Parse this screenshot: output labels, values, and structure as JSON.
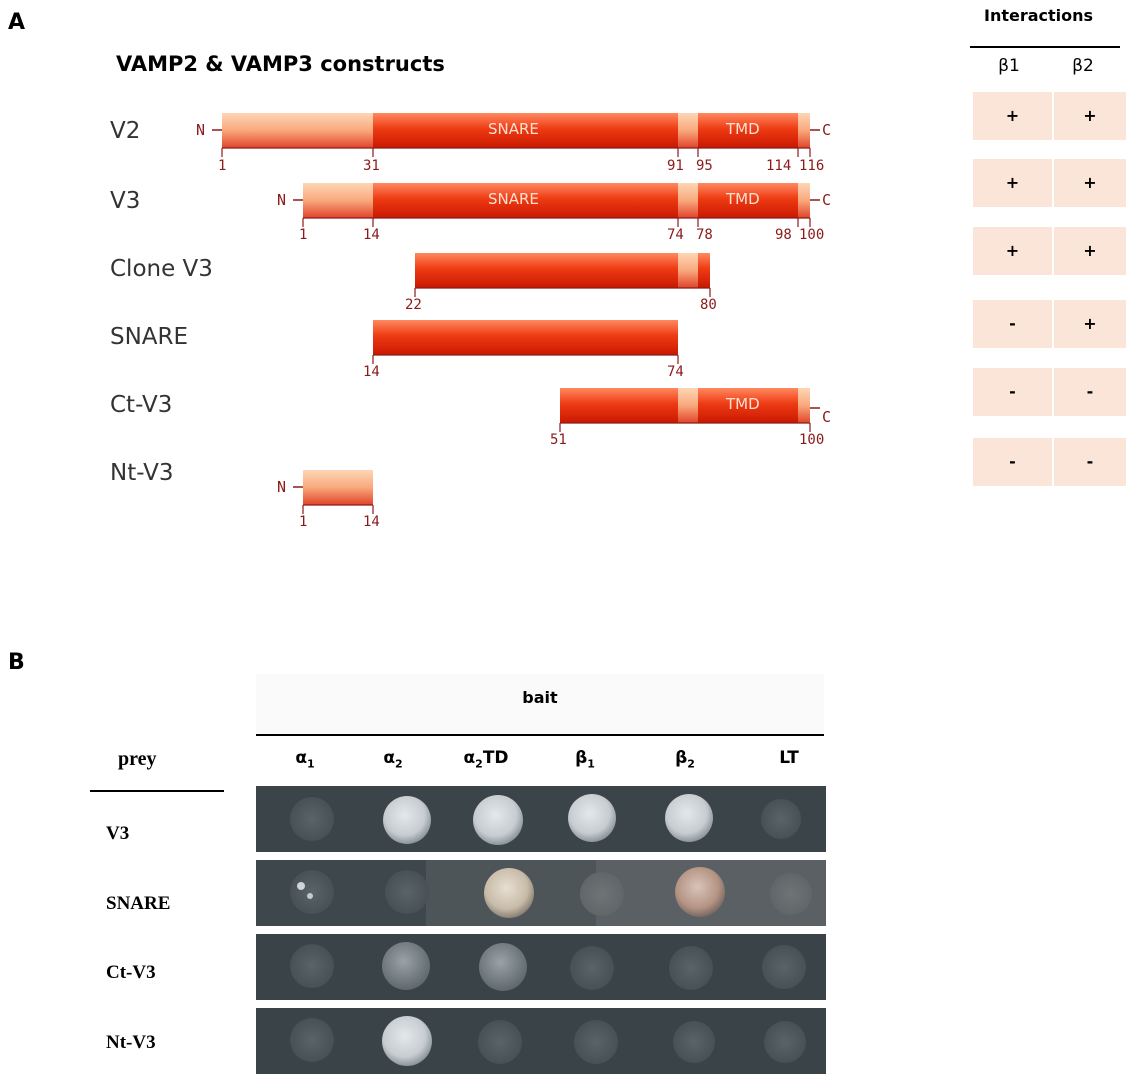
{
  "panel_a": {
    "letter": "A",
    "title": "VAMP2 & VAMP3 constructs",
    "terminus_n": "N",
    "terminus_c": "C",
    "domain_snare": "SNARE",
    "domain_tmd": "TMD",
    "constructs": [
      {
        "name": "V2",
        "ticks": [
          "1",
          "31",
          "91",
          "95",
          "114",
          "116"
        ]
      },
      {
        "name": "V3",
        "ticks": [
          "1",
          "14",
          "74",
          "78",
          "98",
          "100"
        ]
      },
      {
        "name": "Clone V3",
        "ticks": [
          "22",
          "80"
        ]
      },
      {
        "name": "SNARE",
        "ticks": [
          "14",
          "74"
        ]
      },
      {
        "name": "Ct-V3",
        "ticks": [
          "51",
          "100"
        ]
      },
      {
        "name": "Nt-V3",
        "ticks": [
          "1",
          "14"
        ]
      }
    ]
  },
  "interactions": {
    "header": "Interactions",
    "col1": "β1",
    "col2": "β2",
    "rows": [
      [
        "+",
        "+"
      ],
      [
        "+",
        "+"
      ],
      [
        "+",
        "+"
      ],
      [
        "-",
        "+"
      ],
      [
        "-",
        "-"
      ],
      [
        "-",
        "-"
      ]
    ]
  },
  "panel_b": {
    "letter": "B",
    "bait_label": "bait",
    "prey_label": "prey",
    "bait_columns": [
      {
        "base": "α",
        "sub": "1",
        "suffix": ""
      },
      {
        "base": "α",
        "sub": "2",
        "suffix": ""
      },
      {
        "base": "α",
        "sub": "2",
        "suffix": "TD"
      },
      {
        "base": "β",
        "sub": "1",
        "suffix": ""
      },
      {
        "base": "β",
        "sub": "2",
        "suffix": ""
      },
      {
        "base": "LT",
        "sub": "",
        "suffix": ""
      }
    ],
    "prey_rows": [
      "V3",
      "SNARE",
      "Ct-V3",
      "Nt-V3"
    ]
  }
}
